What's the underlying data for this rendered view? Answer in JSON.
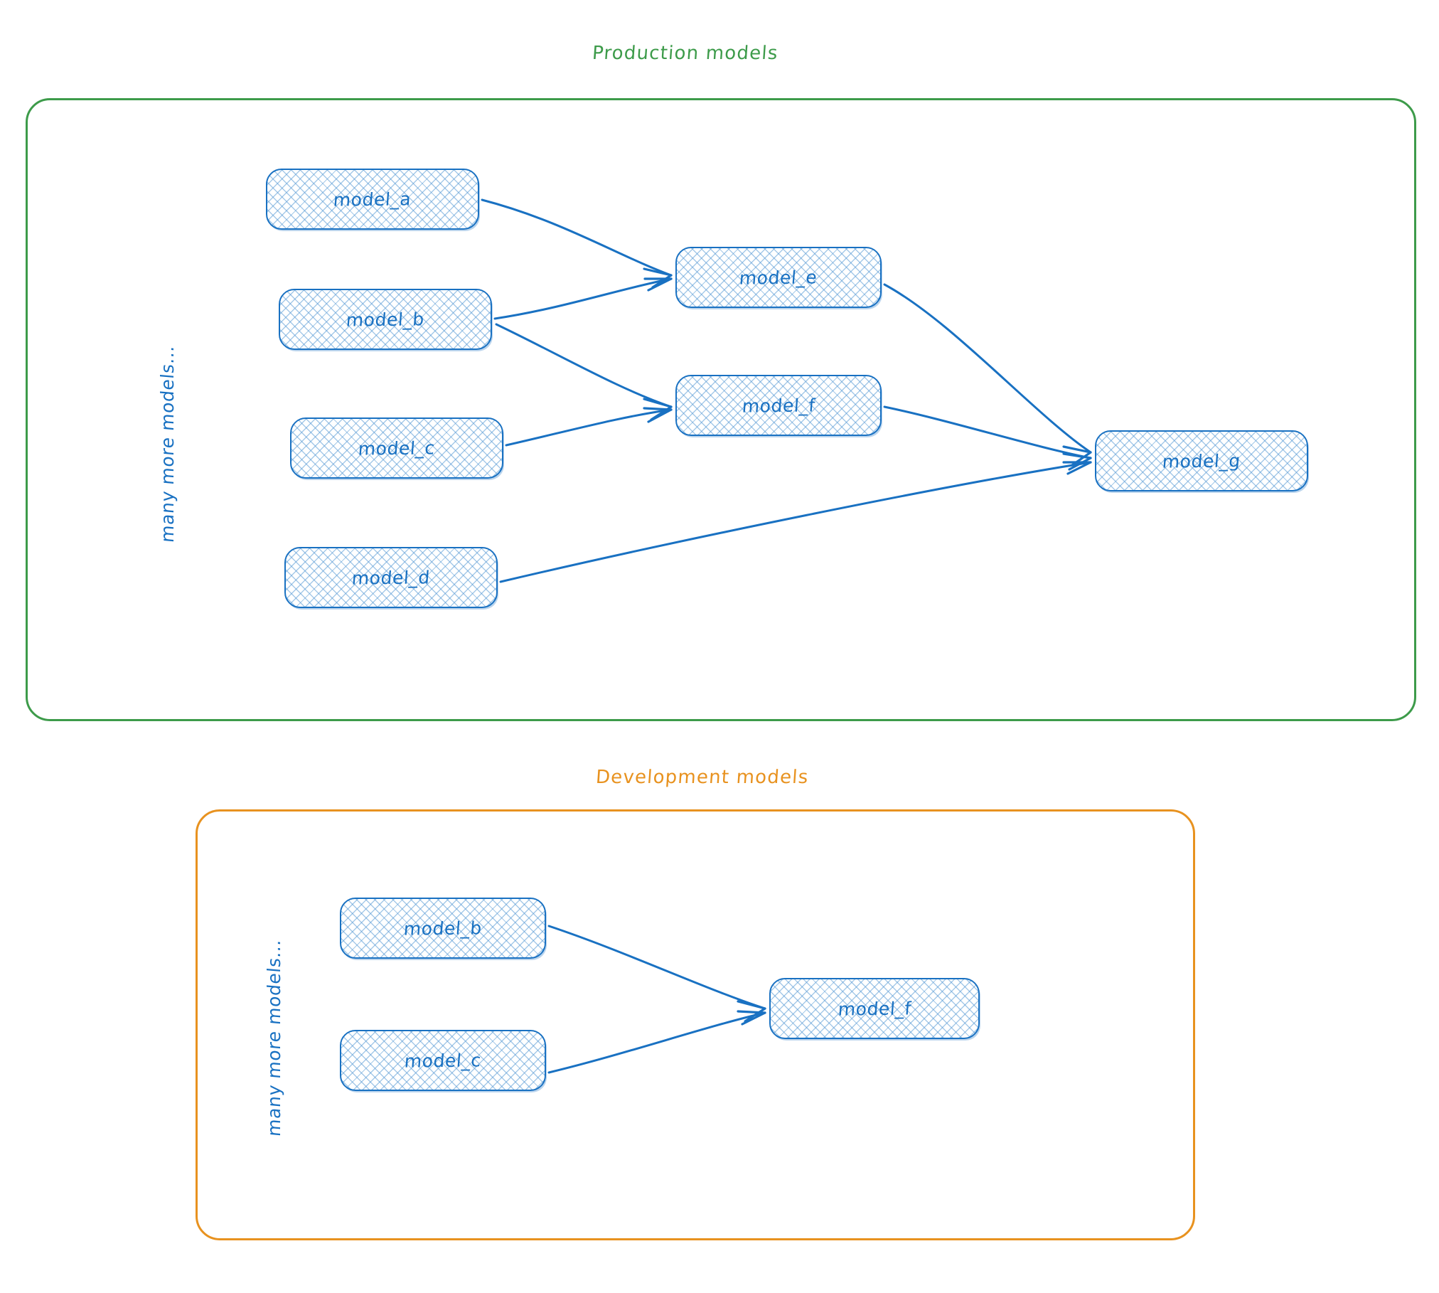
{
  "colors": {
    "production_accent": "#3d9b4a",
    "development_accent": "#e8921f",
    "node_stroke": "#1971c2",
    "node_fill_hatch": "#5c9dd6",
    "node_text": "#1971c2",
    "edge": "#1971c2",
    "background": "#ffffff"
  },
  "diagram": {
    "type": "dag",
    "groups": [
      {
        "id": "production",
        "title": "Production models",
        "side_caption": "many more models...",
        "nodes": [
          {
            "id": "prod_model_a",
            "label": "model_a"
          },
          {
            "id": "prod_model_b",
            "label": "model_b"
          },
          {
            "id": "prod_model_c",
            "label": "model_c"
          },
          {
            "id": "prod_model_d",
            "label": "model_d"
          },
          {
            "id": "prod_model_e",
            "label": "model_e"
          },
          {
            "id": "prod_model_f",
            "label": "model_f"
          },
          {
            "id": "prod_model_g",
            "label": "model_g"
          }
        ],
        "edges": [
          {
            "from": "model_a",
            "to": "model_e"
          },
          {
            "from": "model_b",
            "to": "model_e"
          },
          {
            "from": "model_b",
            "to": "model_f"
          },
          {
            "from": "model_c",
            "to": "model_f"
          },
          {
            "from": "model_e",
            "to": "model_g"
          },
          {
            "from": "model_f",
            "to": "model_g"
          },
          {
            "from": "model_d",
            "to": "model_g"
          }
        ]
      },
      {
        "id": "development",
        "title": "Development models",
        "side_caption": "many more models...",
        "nodes": [
          {
            "id": "dev_model_b",
            "label": "model_b"
          },
          {
            "id": "dev_model_c",
            "label": "model_c"
          },
          {
            "id": "dev_model_f",
            "label": "model_f"
          }
        ],
        "edges": [
          {
            "from": "model_b",
            "to": "model_f"
          },
          {
            "from": "model_c",
            "to": "model_f"
          }
        ]
      }
    ]
  }
}
